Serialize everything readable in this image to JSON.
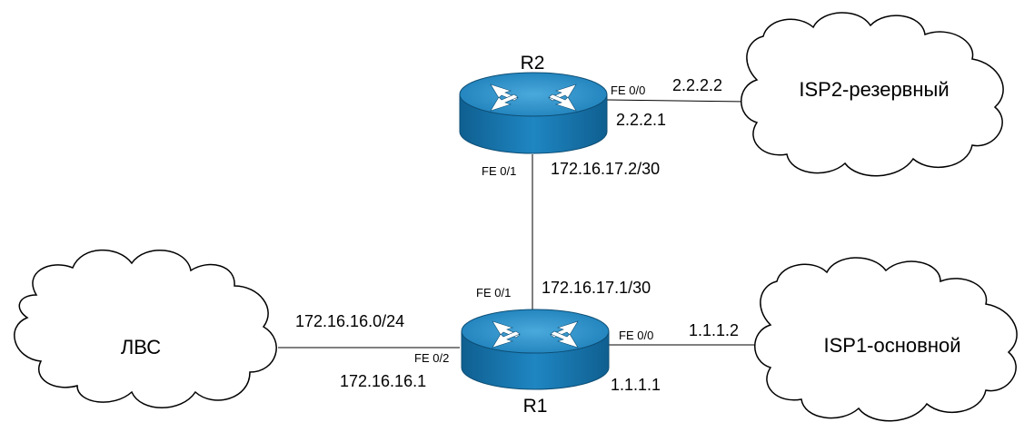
{
  "routers": {
    "r1": {
      "name": "R1"
    },
    "r2": {
      "name": "R2"
    }
  },
  "clouds": {
    "lan": {
      "label": "ЛВС"
    },
    "isp1": {
      "label": "ISP1-основной"
    },
    "isp2": {
      "label": "ISP2-резервный"
    }
  },
  "labels": {
    "r2_fe00": "FE 0/0",
    "r2_ip_isp_side": "2.2.2.2",
    "r2_ip_local": "2.2.2.1",
    "r2_fe01": "FE 0/1",
    "r2_link_ip": "172.16.17.2/30",
    "r1_fe01": "FE 0/1",
    "r1_link_ip": "172.16.17.1/30",
    "lan_net": "172.16.16.0/24",
    "r1_fe02": "FE 0/2",
    "r1_lan_ip": "172.16.16.1",
    "r1_fe00": "FE 0/0",
    "r1_ip_isp_side": "1.1.1.2",
    "r1_ip_local": "1.1.1.1"
  },
  "colors": {
    "router_body": "#1a7fb8",
    "router_top": "#2d95cf",
    "router_outline": "#0d4e75",
    "arrow_fill": "#ffffff"
  }
}
